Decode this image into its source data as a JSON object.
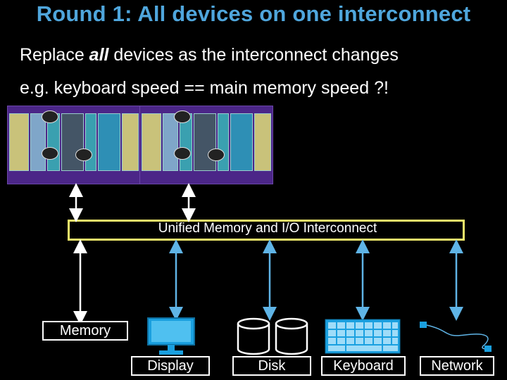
{
  "title": "Round 1: All devices on one interconnect",
  "bullets": {
    "line1_pre": "Replace ",
    "line1_em": "all",
    "line1_post": " devices as  the interconnect changes",
    "line2": "e.g. keyboard speed == main memory speed ?!"
  },
  "interconnect_label": "Unified Memory and I/O Interconnect",
  "devices": {
    "memory": "Memory",
    "display": "Display",
    "disk": "Disk",
    "keyboard": "Keyboard",
    "network": "Network"
  },
  "colors": {
    "title": "#4fa6dc",
    "bus_border": "#f2ea6a",
    "device_icon": "#1aa0e0",
    "arrows_white": "#ffffff",
    "arrows_blue": "#5fb4e6"
  }
}
